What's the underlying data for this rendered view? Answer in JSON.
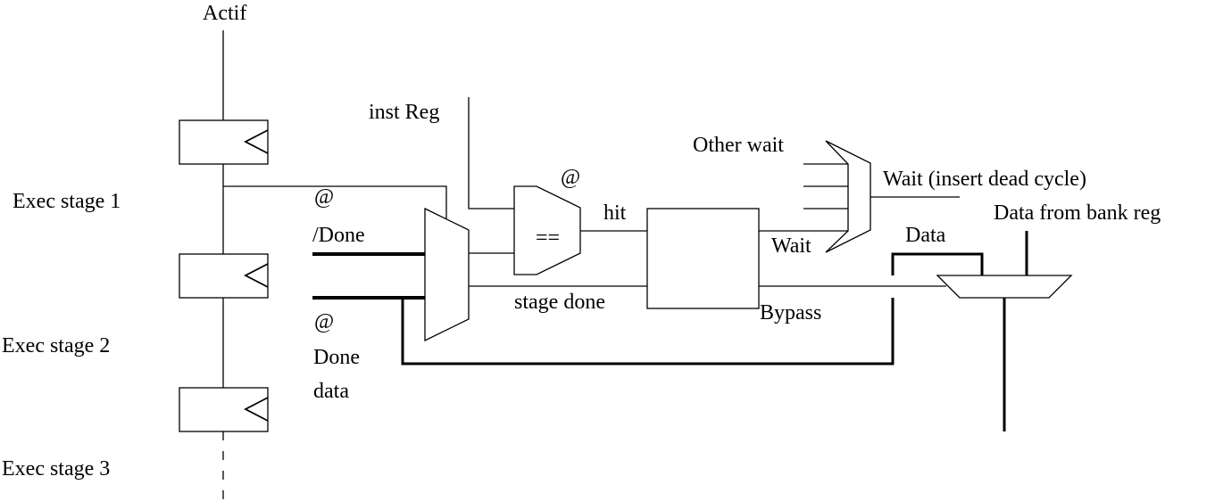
{
  "diagram": {
    "colors": {
      "stroke": "#000000",
      "background": "#ffffff"
    },
    "labels": {
      "actif": "Actif",
      "exec_stage_1": "Exec stage 1",
      "exec_stage_2": "Exec stage 2",
      "exec_stage_3": "Exec stage 3",
      "inst_reg": "inst Reg",
      "at_done_addr": "@",
      "slash_done": "/Done",
      "at_done_data": "@",
      "done": "Done",
      "data": "data",
      "comparator_at": "@",
      "comparator_op": "==",
      "hit": "hit",
      "stage_done": "stage done",
      "other_wait": "Other wait",
      "wait_out": "Wait  (insert dead cycle)",
      "wait_in": "Wait",
      "bypass": "Bypass",
      "data_in": "Data",
      "data_from_bank_reg": "Data from bank reg"
    },
    "components": [
      {
        "id": "pipeline-register-1",
        "type": "flip-flop",
        "stage": "Exec stage 1"
      },
      {
        "id": "pipeline-register-2",
        "type": "flip-flop",
        "stage": "Exec stage 2"
      },
      {
        "id": "pipeline-register-3",
        "type": "flip-flop",
        "stage": "Exec stage 3"
      },
      {
        "id": "done-mux",
        "type": "multiplexer",
        "inputs": [
          "@ /Done",
          "@ Done data"
        ]
      },
      {
        "id": "address-comparator",
        "type": "comparator",
        "op": "=="
      },
      {
        "id": "control-logic",
        "type": "logic-block",
        "outputs": [
          "Wait",
          "Bypass"
        ]
      },
      {
        "id": "wait-or-gate",
        "type": "or-gate",
        "inputs": 4
      },
      {
        "id": "bypass-mux",
        "type": "multiplexer",
        "inputs": [
          "Data",
          "Data from bank reg"
        ]
      }
    ]
  }
}
